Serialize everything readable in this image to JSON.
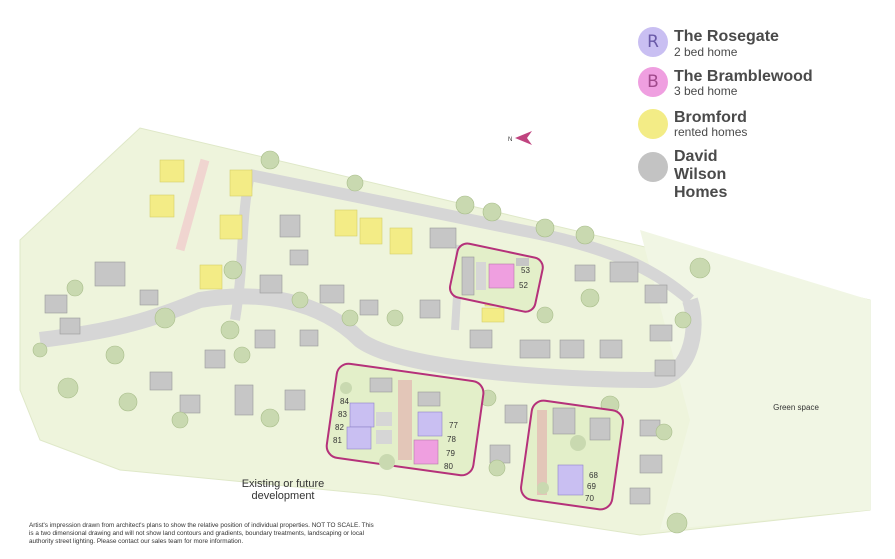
{
  "legend": {
    "items": [
      {
        "letter": "R",
        "title": "The Rosegate",
        "subtitle": "2 bed home",
        "color": "#c9bff2"
      },
      {
        "letter": "B",
        "title": "The Bramblewood",
        "subtitle": "3 bed home",
        "color": "#ef9fe0"
      },
      {
        "letter": "",
        "title": "Bromford",
        "subtitle": "rented homes",
        "color": "#f3ec86"
      },
      {
        "letter": "",
        "title": "David Wilson Homes",
        "subtitle": "",
        "color": "#c3c3c3"
      }
    ]
  },
  "compass": {
    "label": "N",
    "icon": "north-arrow-icon",
    "color": "#c0447f"
  },
  "annotations": {
    "green_space": "Green space",
    "existing_development": "Existing or future development"
  },
  "plot_numbers": {
    "group_north": [
      "53",
      "52"
    ],
    "group_west_left": [
      "84",
      "83",
      "82",
      "81"
    ],
    "group_west_right": [
      "77",
      "78",
      "79",
      "80"
    ],
    "group_east": [
      "68",
      "69",
      "70"
    ]
  },
  "disclaimer": "Artist's impression drawn from architect's plans to show the relative position of individual properties. NOT TO SCALE. This is a two dimensional drawing and will not show land contours and gradients, boundary treatments, landscaping or local authority street lighting. Please contact our sales team for more information.",
  "colors": {
    "highlight_border": "#b5317a",
    "road": "#d9d9d9",
    "land": "#eef4dc",
    "tree": "#c9d9b0"
  }
}
